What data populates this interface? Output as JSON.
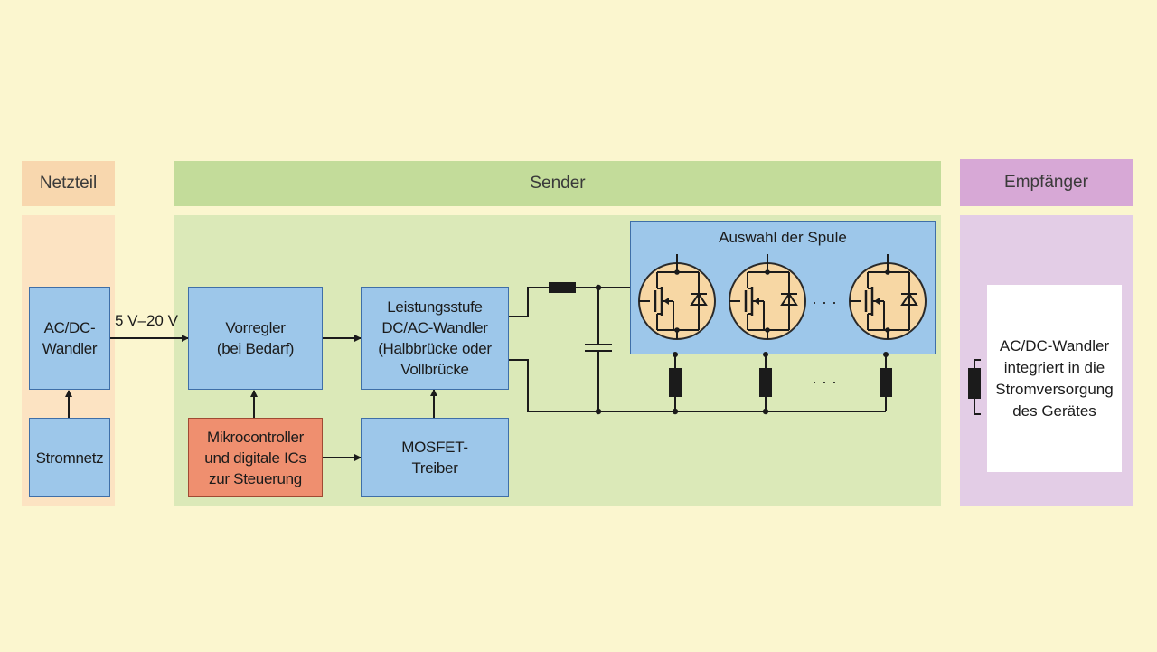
{
  "headers": {
    "netzteil": "Netzteil",
    "sender": "Sender",
    "empfaenger": "Empfänger"
  },
  "blocks": {
    "acdc": "AC/DC-\nWandler",
    "stromnetz": "Stromnetz",
    "vorregler": "Vorregler\n(bei Bedarf)",
    "leistungsstufe": "Leistungsstufe\nDC/AC-Wandler\n(Halbbrücke oder\nVollbrücke",
    "mikrocontroller": "Mikrocontroller\nund digitale ICs\nzur Steuerung",
    "mosfet": "MOSFET-\nTreiber",
    "spule": "Auswahl der Spule",
    "empfaenger_text": "AC/DC-Wandler\nintegriert in die\nStromversorgung\ndes Gerätes"
  },
  "labels": {
    "voltage": "5 V–20 V",
    "dots_switch": "· · ·",
    "dots_coil": "· · ·"
  },
  "colors": {
    "block_blue": "#9dc7ea",
    "block_red": "#ef8f6f",
    "netzteil": "#f8d7ae",
    "sender": "#c3dc9a",
    "empfaenger": "#d7a8d6"
  }
}
